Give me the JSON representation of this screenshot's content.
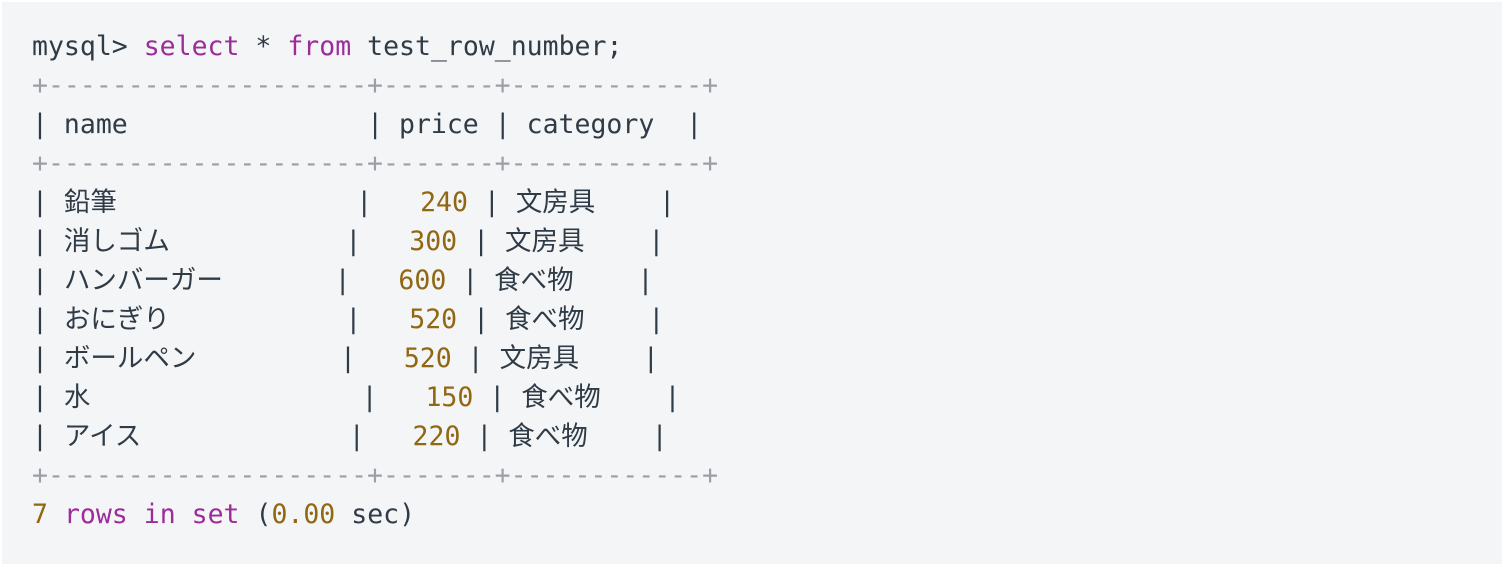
{
  "command": {
    "prompt": "mysql>",
    "keyword_select": "select",
    "star": "*",
    "keyword_from": "from",
    "table": "test_row_number;"
  },
  "separator": "+--------------------+-------+------------+",
  "header": {
    "name": "name",
    "price": "price",
    "category": "category"
  },
  "rows": [
    {
      "name": "鉛筆",
      "price": "240",
      "category": "文房具"
    },
    {
      "name": "消しゴム",
      "price": "300",
      "category": "文房具"
    },
    {
      "name": "ハンバーガー",
      "price": "600",
      "category": "食べ物"
    },
    {
      "name": "おにぎり",
      "price": "520",
      "category": "食べ物"
    },
    {
      "name": "ボールペン",
      "price": "520",
      "category": "文房具"
    },
    {
      "name": "水",
      "price": "150",
      "category": "食べ物"
    },
    {
      "name": "アイス",
      "price": "220",
      "category": "食べ物"
    }
  ],
  "footer": {
    "count": "7",
    "kw_rows": "rows",
    "kw_in": "in",
    "kw_set": "set",
    "open": "(",
    "time": "0.00",
    "unit": "sec)"
  },
  "colors": {
    "background": "#f4f5f7",
    "text": "#2f3b46",
    "keyword": "#9c2c9a",
    "number": "#916712",
    "separator": "#9aa0a6"
  }
}
